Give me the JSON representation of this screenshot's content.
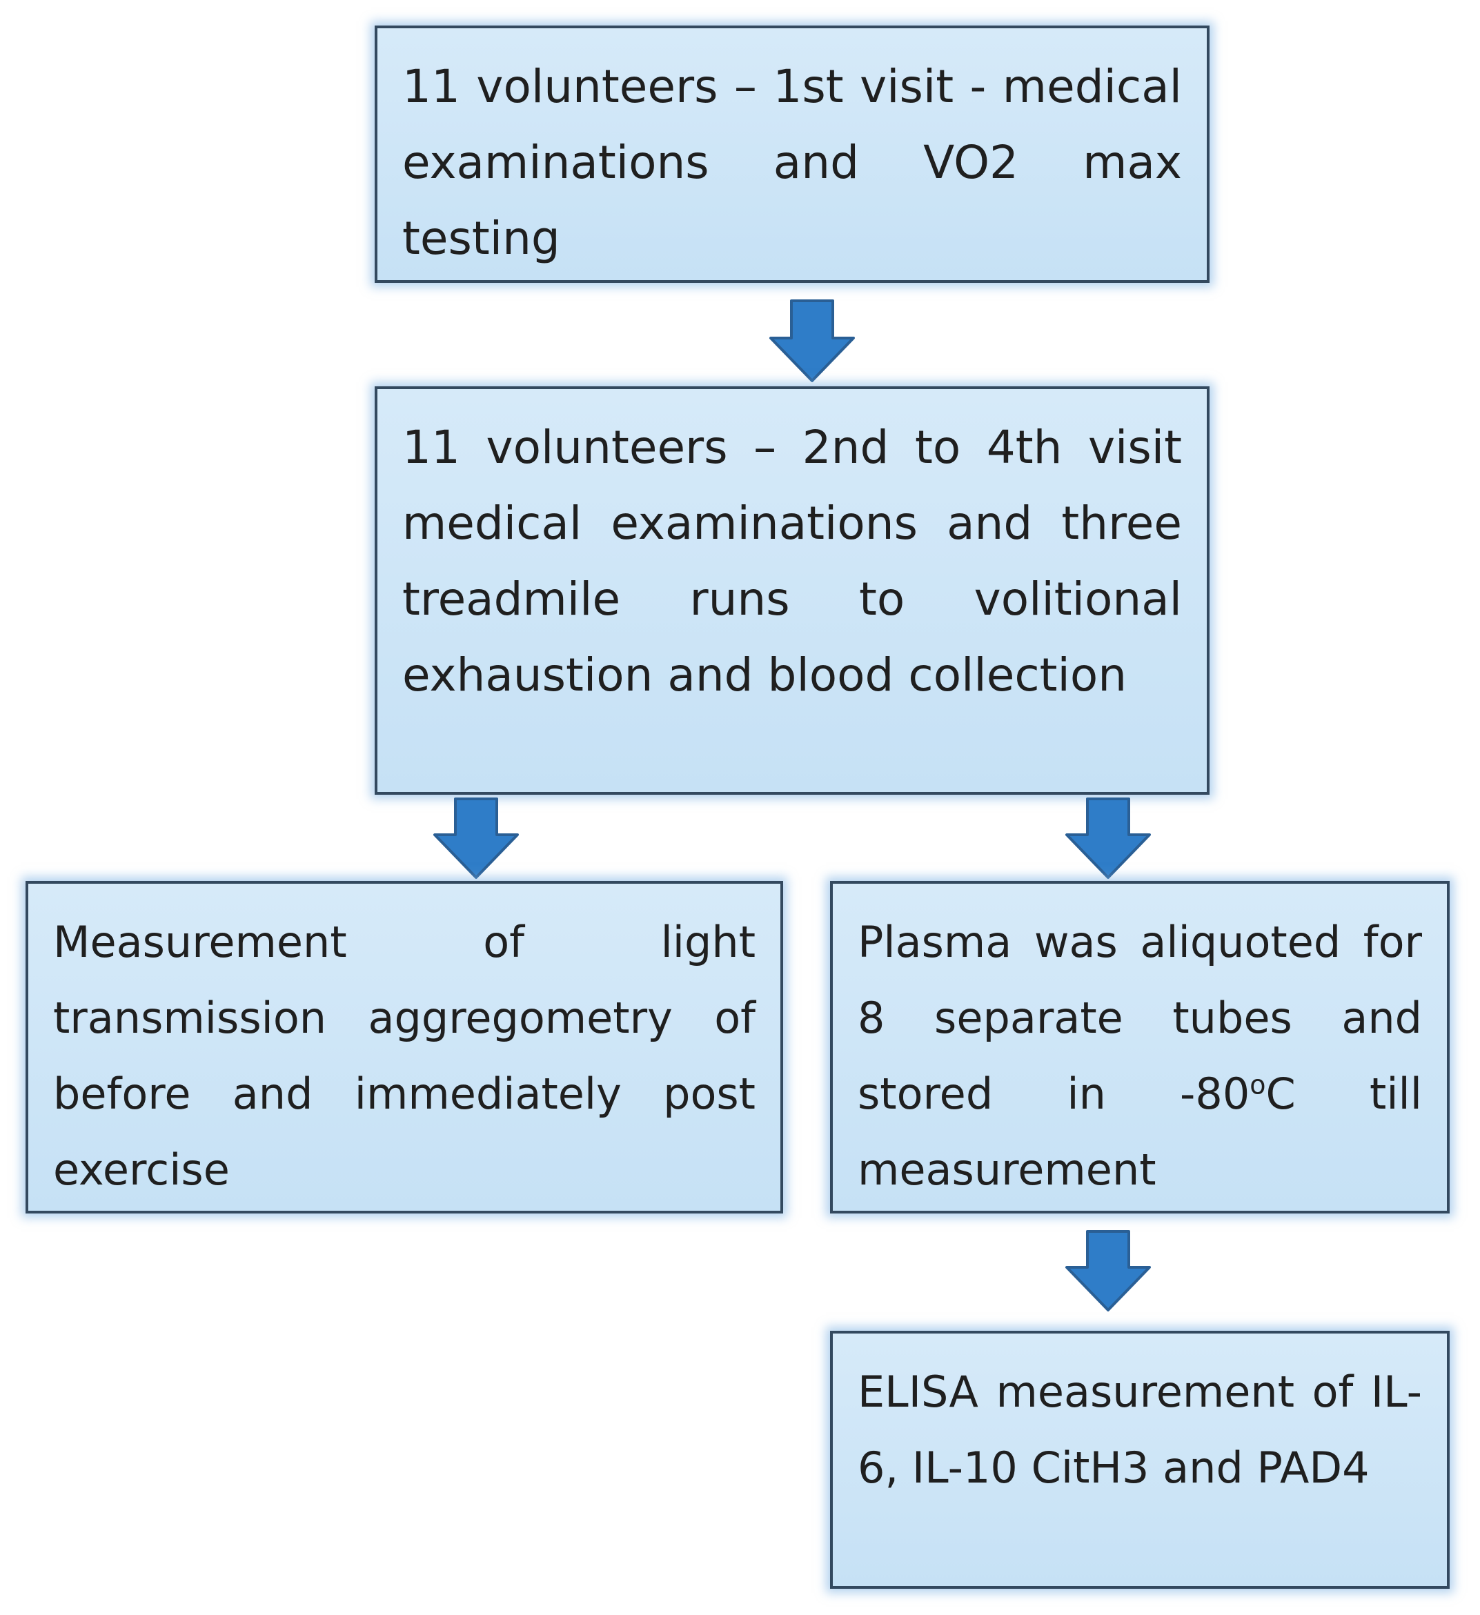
{
  "colors": {
    "box_fill": "#d0e7f8",
    "box_border": "#33495f",
    "arrow_fill": "#2f7dc8",
    "arrow_stroke": "#2a5f95",
    "text": "#1f1f1f"
  },
  "flowchart": {
    "nodes": [
      {
        "id": "first-visit",
        "text": "11 volunteers – 1st visit - medical examinations and VO2 max testing"
      },
      {
        "id": "second-to-fourth-visit",
        "text": "11 volunteers – 2nd to 4th visit medical examinations and three treadmile runs to volitional exhaustion and blood collection"
      },
      {
        "id": "light-transmission",
        "text": "Measurement of light transmission aggregometry of before and immediately post exercise"
      },
      {
        "id": "plasma-aliquoted",
        "text_before": "Plasma was aliquoted for 8 separate tubes and stored in -80",
        "text_sup": "o",
        "text_after": "C till measurement"
      },
      {
        "id": "elisa",
        "text": "ELISA measurement of IL-6, IL-10 CitH3 and PAD4"
      }
    ],
    "edges": [
      {
        "from": "first-visit",
        "to": "second-to-fourth-visit"
      },
      {
        "from": "second-to-fourth-visit",
        "to": "light-transmission"
      },
      {
        "from": "second-to-fourth-visit",
        "to": "plasma-aliquoted"
      },
      {
        "from": "plasma-aliquoted",
        "to": "elisa"
      }
    ]
  }
}
